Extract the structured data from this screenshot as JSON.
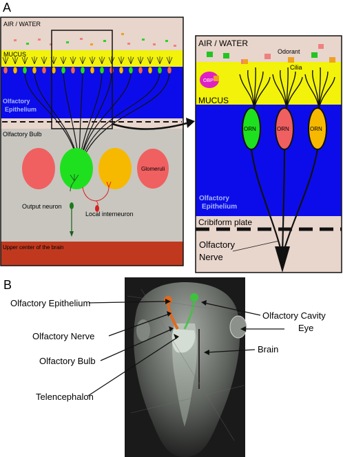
{
  "panel_a": {
    "letter": "A",
    "left": {
      "air_water": "AIR / WATER",
      "mucus": "MUCUS",
      "epithelium_line1": "Olfactory",
      "epithelium_line2": "Epithelium",
      "bulb": "Olfactory Bulb",
      "glomeruli": "Glomeruli",
      "output_neuron": "Output neuron",
      "local_interneuron": "Local interneuron",
      "brain": "Upper center of the brain"
    },
    "zoom": {
      "air_water": "AIR / WATER",
      "odorant": "Odorant",
      "cilia": "Cilia",
      "obp": "OBP",
      "mucus": "MUCUS",
      "orn_1": "ORN",
      "orn_2": "ORN",
      "orn_3": "ORN",
      "epithelium_line1": "Olfactory",
      "epithelium_line2": "Epithelium",
      "cribriform": "Cribiform plate",
      "nerve_line1": "Olfactory",
      "nerve_line2": "Nerve"
    }
  },
  "panel_b": {
    "letter": "B",
    "olfactory_epithelium": "Olfactory Epithelium",
    "olfactory_nerve": "Olfactory Nerve",
    "olfactory_bulb": "Olfactory Bulb",
    "telencephalon": "Telencephalon",
    "olfactory_cavity": "Olfactory  Cavity",
    "eye": "Eye",
    "brain": "Brain"
  },
  "colors": {
    "air": "#e8d5cb",
    "mucus": "#f2f20a",
    "epithelium": "#0c0cea",
    "epithelium_text": "#a9b8f5",
    "bulb": "#c8c6bf",
    "brain_region": "#c0391f",
    "glomerulus_red": "#f06060",
    "glomerulus_green": "#1fe01f",
    "glomerulus_yellow": "#f7b800",
    "output_neuron": "#1b7a1b",
    "interneuron": "#d91f1f",
    "obp": "#e01fc4"
  }
}
